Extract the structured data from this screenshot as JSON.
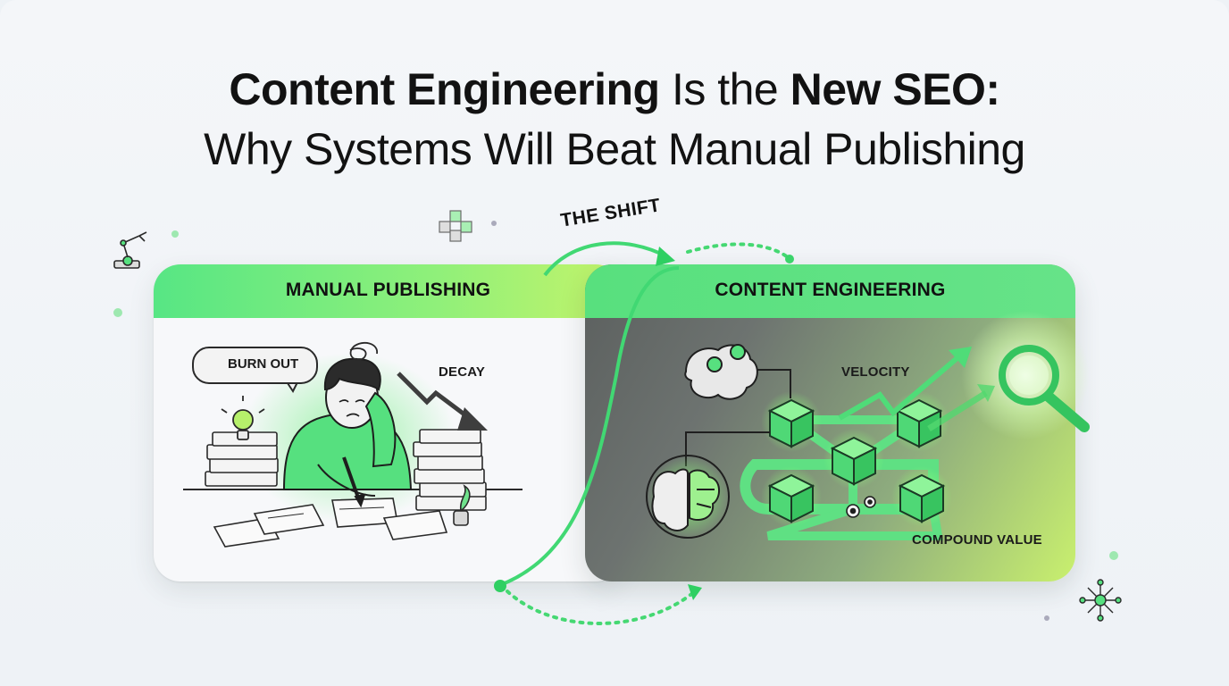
{
  "title": {
    "line1_bold_a": "Content Engineering",
    "line1_light": " Is the ",
    "line1_bold_b": "New SEO:",
    "line2": "Why Systems Will Beat Manual Publishing"
  },
  "connector": {
    "label": "THE SHIFT"
  },
  "manual": {
    "header": "MANUAL PUBLISHING",
    "burnout": "BURN OUT",
    "decay": "DECAY"
  },
  "engineering": {
    "header": "CONTENT ENGINEERING",
    "velocity": "VELOCITY",
    "compound": "COMPOUND VALUE"
  },
  "colors": {
    "accent_green": "#4fdc78",
    "lime": "#c4f46a",
    "dark_gray": "#5b5f5e",
    "ink": "#1a1a1a"
  },
  "icons": [
    "robot-arm-icon",
    "blocks-icon",
    "lightbulb-icon",
    "stress-swirl-icon",
    "x-mark-icon",
    "decay-arrow-icon",
    "brain-gears-icon",
    "brain-circuit-icon",
    "cube-network-icon",
    "gear-icon",
    "growth-arrow-icon",
    "magnifier-icon",
    "node-network-icon"
  ]
}
